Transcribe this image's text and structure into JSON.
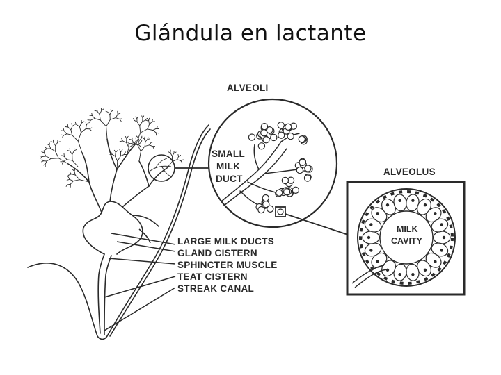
{
  "slide": {
    "title": "Glándula en lactante"
  },
  "diagram": {
    "alveoli_heading": "ALVEOLI",
    "alveolus_heading": "ALVEOLUS",
    "small_milk_duct": [
      "SMALL",
      "MILK",
      "DUCT"
    ],
    "milk_cavity": [
      "MILK",
      "CAVITY"
    ],
    "udder_labels": [
      "LARGE MILK DUCTS",
      "GLAND CISTERN",
      "SPHINCTER MUSCLE",
      "TEAT CISTERN",
      "STREAK CANAL"
    ]
  }
}
